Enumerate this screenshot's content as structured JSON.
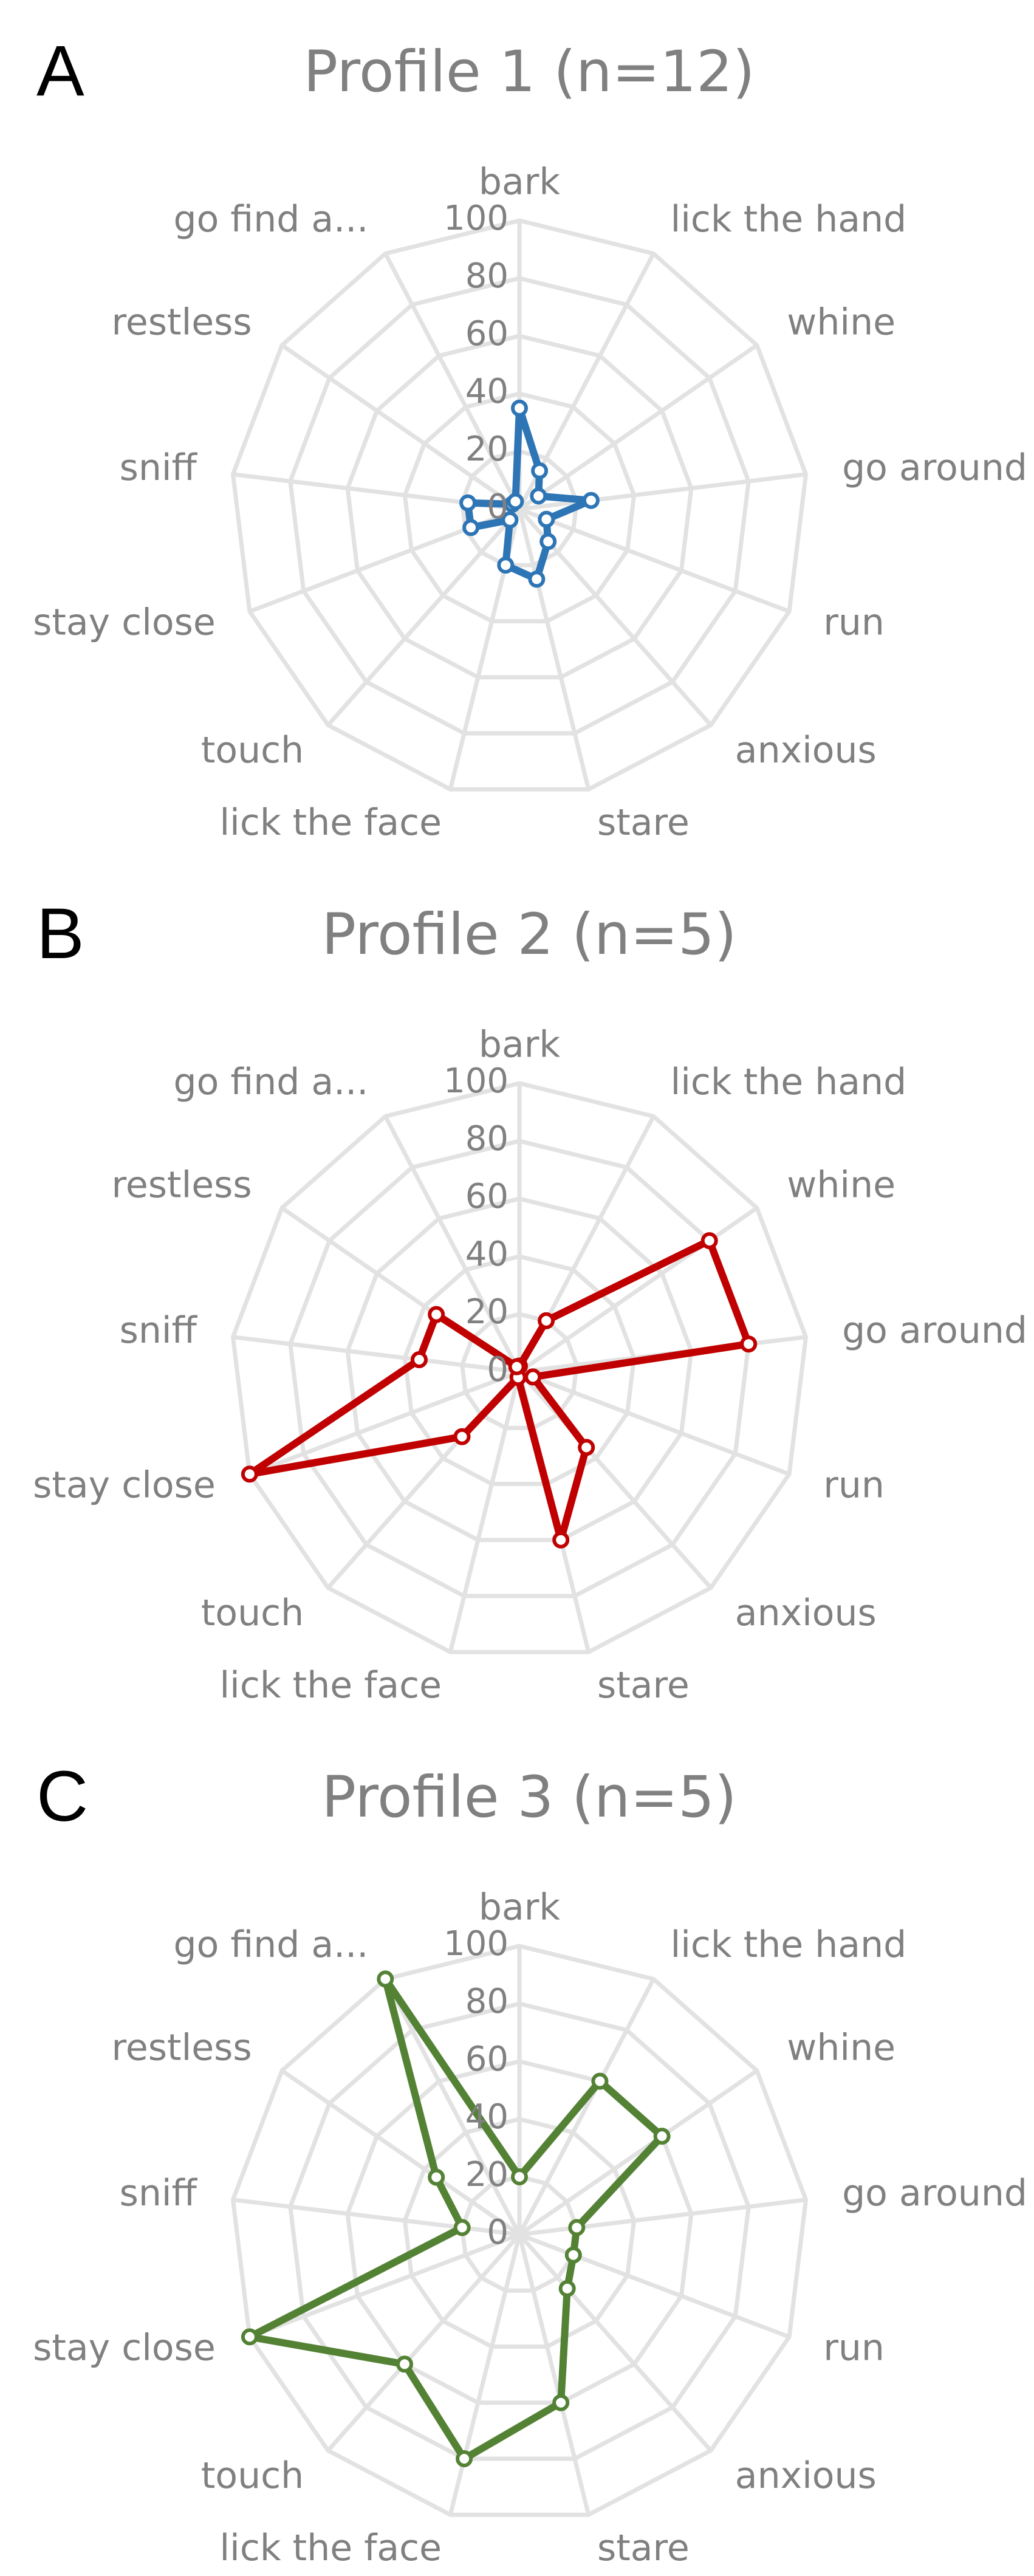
{
  "chart_data": [
    {
      "type": "radar",
      "panel_label": "A",
      "title": "Profile 1 (n=12)",
      "categories": [
        "bark",
        "lick the hand",
        "whine",
        "go around",
        "run",
        "anxious",
        "stare",
        "lick the face",
        "touch",
        "stay close",
        "sniff",
        "restless",
        "go find a..."
      ],
      "series": [
        {
          "values": [
            35,
            15,
            8,
            25,
            10,
            15,
            25,
            20,
            5,
            18,
            18,
            3,
            3
          ],
          "color": "#2e75b6"
        }
      ],
      "rlim": [
        0,
        100
      ],
      "r_ticks": [
        "0",
        "20",
        "40",
        "60",
        "80",
        "100"
      ],
      "grid": true,
      "legend": "none"
    },
    {
      "type": "radar",
      "panel_label": "B",
      "title": "Profile 2 (n=5)",
      "categories": [
        "bark",
        "lick the hand",
        "whine",
        "go around",
        "run",
        "anxious",
        "stare",
        "lick the face",
        "touch",
        "stay close",
        "sniff",
        "restless",
        "go find a..."
      ],
      "series": [
        {
          "values": [
            2,
            20,
            80,
            80,
            5,
            35,
            60,
            2,
            30,
            100,
            35,
            35,
            2
          ],
          "color": "#c00000"
        }
      ],
      "rlim": [
        0,
        100
      ],
      "r_ticks": [
        "0",
        "20",
        "40",
        "60",
        "80",
        "100"
      ],
      "grid": true,
      "legend": "none"
    },
    {
      "type": "radar",
      "panel_label": "C",
      "title": "Profile 3  (n=5)",
      "categories": [
        "bark",
        "lick the hand",
        "whine",
        "go around",
        "run",
        "anxious",
        "stare",
        "lick the face",
        "touch",
        "stay close",
        "sniff",
        "restless",
        "go find a..."
      ],
      "series": [
        {
          "values": [
            20,
            60,
            60,
            20,
            20,
            25,
            60,
            80,
            60,
            100,
            20,
            35,
            100
          ],
          "color": "#548235"
        }
      ],
      "rlim": [
        0,
        100
      ],
      "r_ticks": [
        "0",
        "20",
        "40",
        "60",
        "80",
        "100"
      ],
      "grid": true,
      "legend": "none"
    }
  ]
}
